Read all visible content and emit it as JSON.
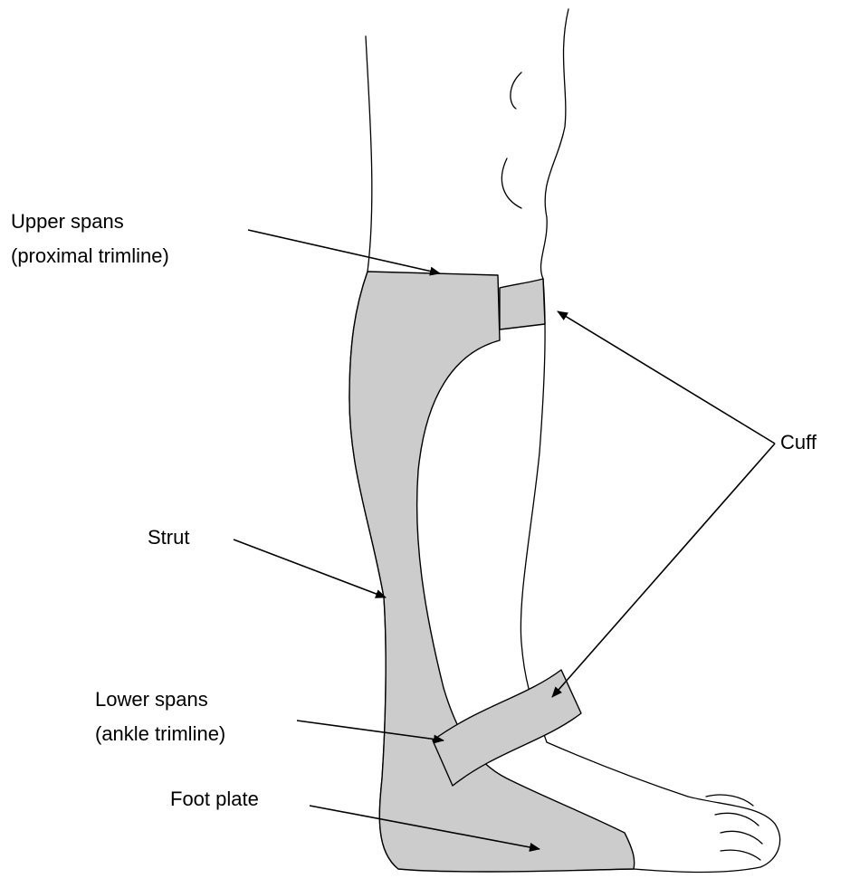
{
  "colors": {
    "brace_fill": "#cccccc",
    "outline": "#000000",
    "background": "#ffffff"
  },
  "labels": {
    "upper_spans_line1": "Upper spans",
    "upper_spans_line2": "(proximal trimline)",
    "cuff": "Cuff",
    "strut": "Strut",
    "lower_spans_line1": "Lower spans",
    "lower_spans_line2": "(ankle trimline)",
    "foot_plate": "Foot plate"
  }
}
